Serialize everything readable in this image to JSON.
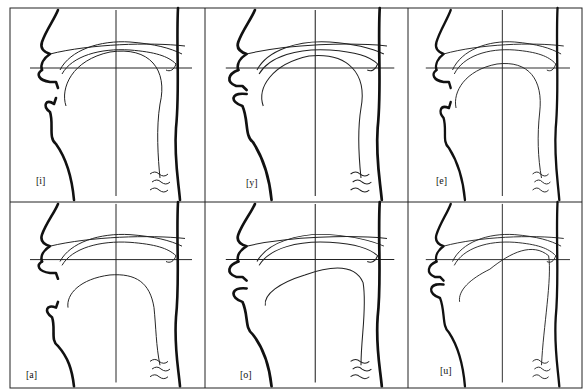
{
  "diagram": {
    "labels": [
      "[i]",
      "[y]",
      "[e]",
      "[a]",
      "[o]",
      "[u]"
    ]
  }
}
